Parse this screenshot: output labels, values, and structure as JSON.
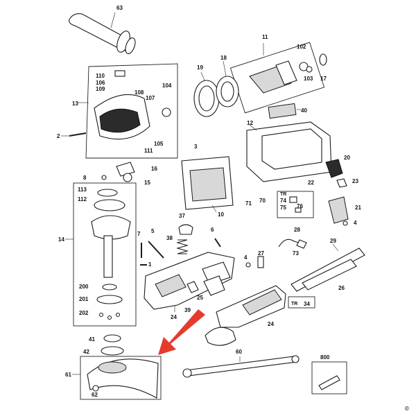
{
  "diagram": {
    "copyright": "©",
    "labels": {
      "l63": "63",
      "l11": "11",
      "l102": "102",
      "l19": "19",
      "l18": "18",
      "l103": "103",
      "l17": "17",
      "l110": "110",
      "l106": "106",
      "l109": "109",
      "l108": "108",
      "l107": "107",
      "l104": "104",
      "l13": "13",
      "l105": "105",
      "l111": "111",
      "l2": "2",
      "l40": "40",
      "l12": "12",
      "l3": "3",
      "l20": "20",
      "l8": "8",
      "l16": "16",
      "l15": "15",
      "l22": "22",
      "l23": "23",
      "l113": "113",
      "l112": "112",
      "l71": "71",
      "l70": "70",
      "l10": "10",
      "ltr1": "TR",
      "l74": "74",
      "l75": "75",
      "l76": "76",
      "l21": "21",
      "l4a": "4",
      "l37": "37",
      "l14": "14",
      "l7": "7",
      "l5": "5",
      "l6": "6",
      "l28": "28",
      "l38": "38",
      "l29": "29",
      "l73": "73",
      "l1": "1",
      "l4b": "4",
      "l27": "27",
      "l200": "200",
      "l201": "201",
      "l202": "202",
      "l25": "25",
      "l26": "26",
      "l39": "39",
      "ltr2": "TR",
      "l34": "34",
      "l24a": "24",
      "l24b": "24",
      "l41": "41",
      "l42": "42",
      "l61": "61",
      "l62": "62",
      "l60": "60",
      "l800": "800"
    },
    "colors": {
      "arrow": "#e53b2c",
      "line": "#1a1a1a",
      "background": "#ffffff"
    }
  }
}
